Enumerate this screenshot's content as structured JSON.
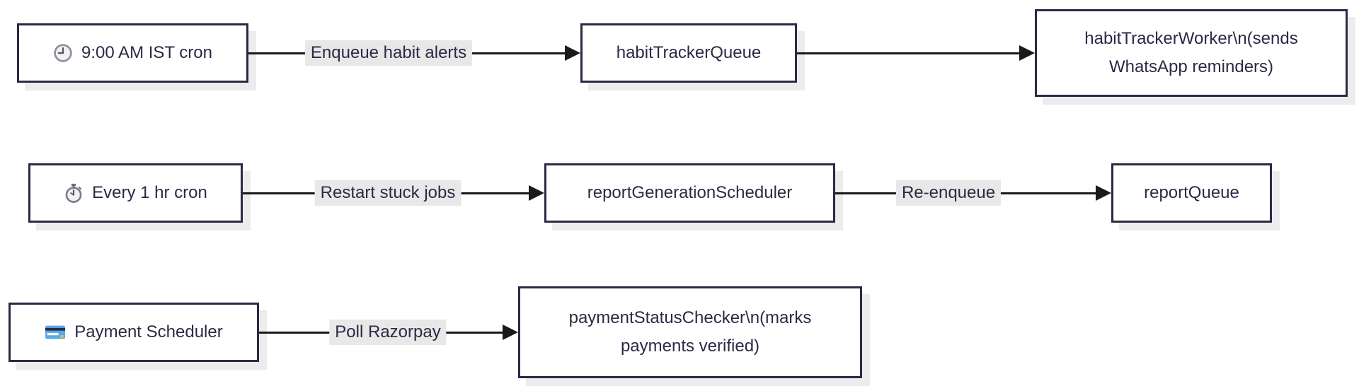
{
  "colors": {
    "node_border": "#2a2a46",
    "node_fill": "#ffffff",
    "text": "#2a2a46",
    "edge_line": "#1a1a1a",
    "edge_label_bg": "#e8e8e8",
    "node_shadow": "#ececef",
    "card_icon_blue": "#5aa9e6",
    "card_icon_yellow": "#f5c242"
  },
  "flows": [
    {
      "nodes": [
        {
          "icon": "clock-icon",
          "label": "9:00 AM IST cron"
        },
        {
          "label": "habitTrackerQueue"
        },
        {
          "lines": [
            "habitTrackerWorker\\n(sends",
            "WhatsApp reminders)"
          ]
        }
      ],
      "edges": [
        {
          "label": "Enqueue habit alerts"
        },
        {
          "label": ""
        }
      ]
    },
    {
      "nodes": [
        {
          "icon": "stopwatch-icon",
          "label": "Every 1 hr cron"
        },
        {
          "label": "reportGenerationScheduler"
        },
        {
          "label": "reportQueue"
        }
      ],
      "edges": [
        {
          "label": "Restart stuck jobs"
        },
        {
          "label": "Re-enqueue"
        }
      ]
    },
    {
      "nodes": [
        {
          "icon": "credit-card-icon",
          "label": "Payment Scheduler"
        },
        {
          "lines": [
            "paymentStatusChecker\\n(marks",
            "payments verified)"
          ]
        }
      ],
      "edges": [
        {
          "label": "Poll Razorpay"
        }
      ]
    }
  ]
}
